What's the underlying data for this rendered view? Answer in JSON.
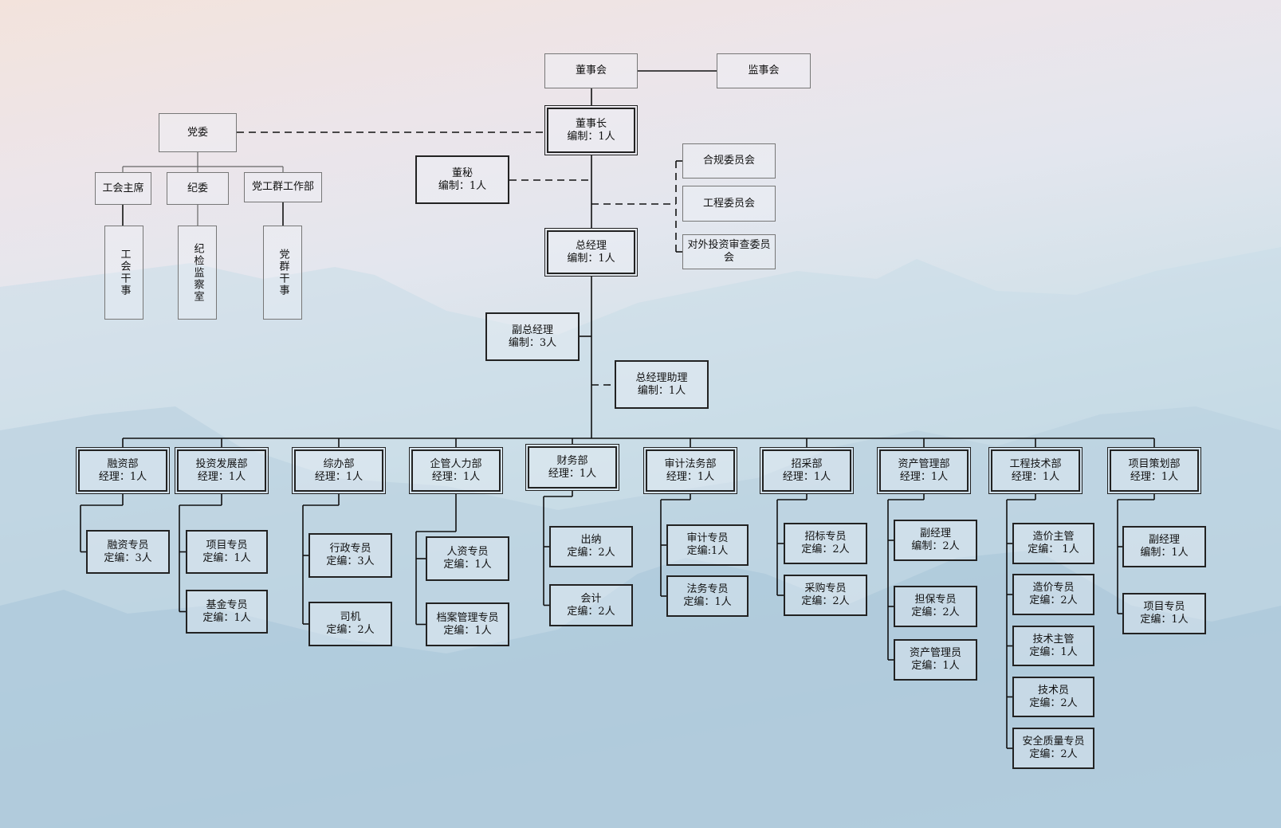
{
  "nodes": {
    "board": {
      "lines": [
        "董事会"
      ]
    },
    "supervisors": {
      "lines": [
        "监事会"
      ]
    },
    "chairman": {
      "lines": [
        "董事长",
        "编制：1人"
      ]
    },
    "secretary": {
      "lines": [
        "董秘",
        "编制：1人"
      ]
    },
    "compliance": {
      "lines": [
        "合规委员会"
      ]
    },
    "engineering_committee": {
      "lines": [
        "工程委员会"
      ]
    },
    "investment_committee": {
      "lines": [
        "对外投资审查委员会"
      ]
    },
    "general_manager": {
      "lines": [
        "总经理",
        "编制：1人"
      ]
    },
    "deputy_gm": {
      "lines": [
        "副总经理",
        "编制：3人"
      ]
    },
    "gm_assistant": {
      "lines": [
        "总经理助理",
        "编制：1人"
      ]
    },
    "party": {
      "lines": [
        "党委"
      ]
    },
    "union_chair": {
      "lines": [
        "工会主席"
      ]
    },
    "discipline": {
      "lines": [
        "纪委"
      ]
    },
    "party_work": {
      "lines": [
        "党工群工作部"
      ]
    },
    "union_officer": {
      "lines": [
        "工会干事"
      ]
    },
    "inspection": {
      "lines": [
        "纪检监察室"
      ]
    },
    "party_officer": {
      "lines": [
        "党群干事"
      ]
    },
    "d_finance_raise": {
      "lines": [
        "融资部",
        "经理：1人"
      ]
    },
    "d_invest": {
      "lines": [
        "投资发展部",
        "经理：1人"
      ]
    },
    "d_admin": {
      "lines": [
        "综办部",
        "经理：1人"
      ]
    },
    "d_hr": {
      "lines": [
        "企管人力部",
        "经理：1人"
      ]
    },
    "d_fin": {
      "lines": [
        "财务部",
        "经理：1人"
      ]
    },
    "d_audit": {
      "lines": [
        "审计法务部",
        "经理：1人"
      ]
    },
    "d_purchase": {
      "lines": [
        "招采部",
        "经理：1人"
      ]
    },
    "d_asset": {
      "lines": [
        "资产管理部",
        "经理：1人"
      ]
    },
    "d_tech": {
      "lines": [
        "工程技术部",
        "经理：1人"
      ]
    },
    "d_plan": {
      "lines": [
        "项目策划部",
        "经理：1人"
      ]
    },
    "c1": {
      "lines": [
        "融资专员",
        "定编：3人"
      ]
    },
    "c2": {
      "lines": [
        "项目专员",
        "定编：1人"
      ]
    },
    "c3": {
      "lines": [
        "基金专员",
        "定编：1人"
      ]
    },
    "c4": {
      "lines": [
        "行政专员",
        "定编：3人"
      ]
    },
    "c5": {
      "lines": [
        "司机",
        "定编：2人"
      ]
    },
    "c6": {
      "lines": [
        "人资专员",
        "定编：1人"
      ]
    },
    "c7": {
      "lines": [
        "档案管理专员",
        "定编：1人"
      ]
    },
    "c8": {
      "lines": [
        "出纳",
        "定编：2人"
      ]
    },
    "c9": {
      "lines": [
        "会计",
        "定编：2人"
      ]
    },
    "c10": {
      "lines": [
        "审计专员",
        "定编:1人"
      ]
    },
    "c11": {
      "lines": [
        "法务专员",
        "定编：1人"
      ]
    },
    "c12": {
      "lines": [
        "招标专员",
        "定编：2人"
      ]
    },
    "c13": {
      "lines": [
        "采购专员",
        "定编：2人"
      ]
    },
    "c14": {
      "lines": [
        "副经理",
        "编制：2人"
      ]
    },
    "c15": {
      "lines": [
        "担保专员",
        "定编：2人"
      ]
    },
    "c16": {
      "lines": [
        "资产管理员",
        "定编：1人"
      ]
    },
    "c17": {
      "lines": [
        "造价主管",
        "定编：  1人"
      ]
    },
    "c18": {
      "lines": [
        "造价专员",
        "定编：2人"
      ]
    },
    "c19": {
      "lines": [
        "技术主管",
        "定编：1人"
      ]
    },
    "c20": {
      "lines": [
        "技术员",
        "定编：2人"
      ]
    },
    "c21": {
      "lines": [
        "安全质量专员",
        "定编：2人"
      ]
    },
    "c22": {
      "lines": [
        "副经理",
        "编制：1人"
      ]
    },
    "c23": {
      "lines": [
        "项目专员",
        "定编：1人"
      ]
    }
  }
}
